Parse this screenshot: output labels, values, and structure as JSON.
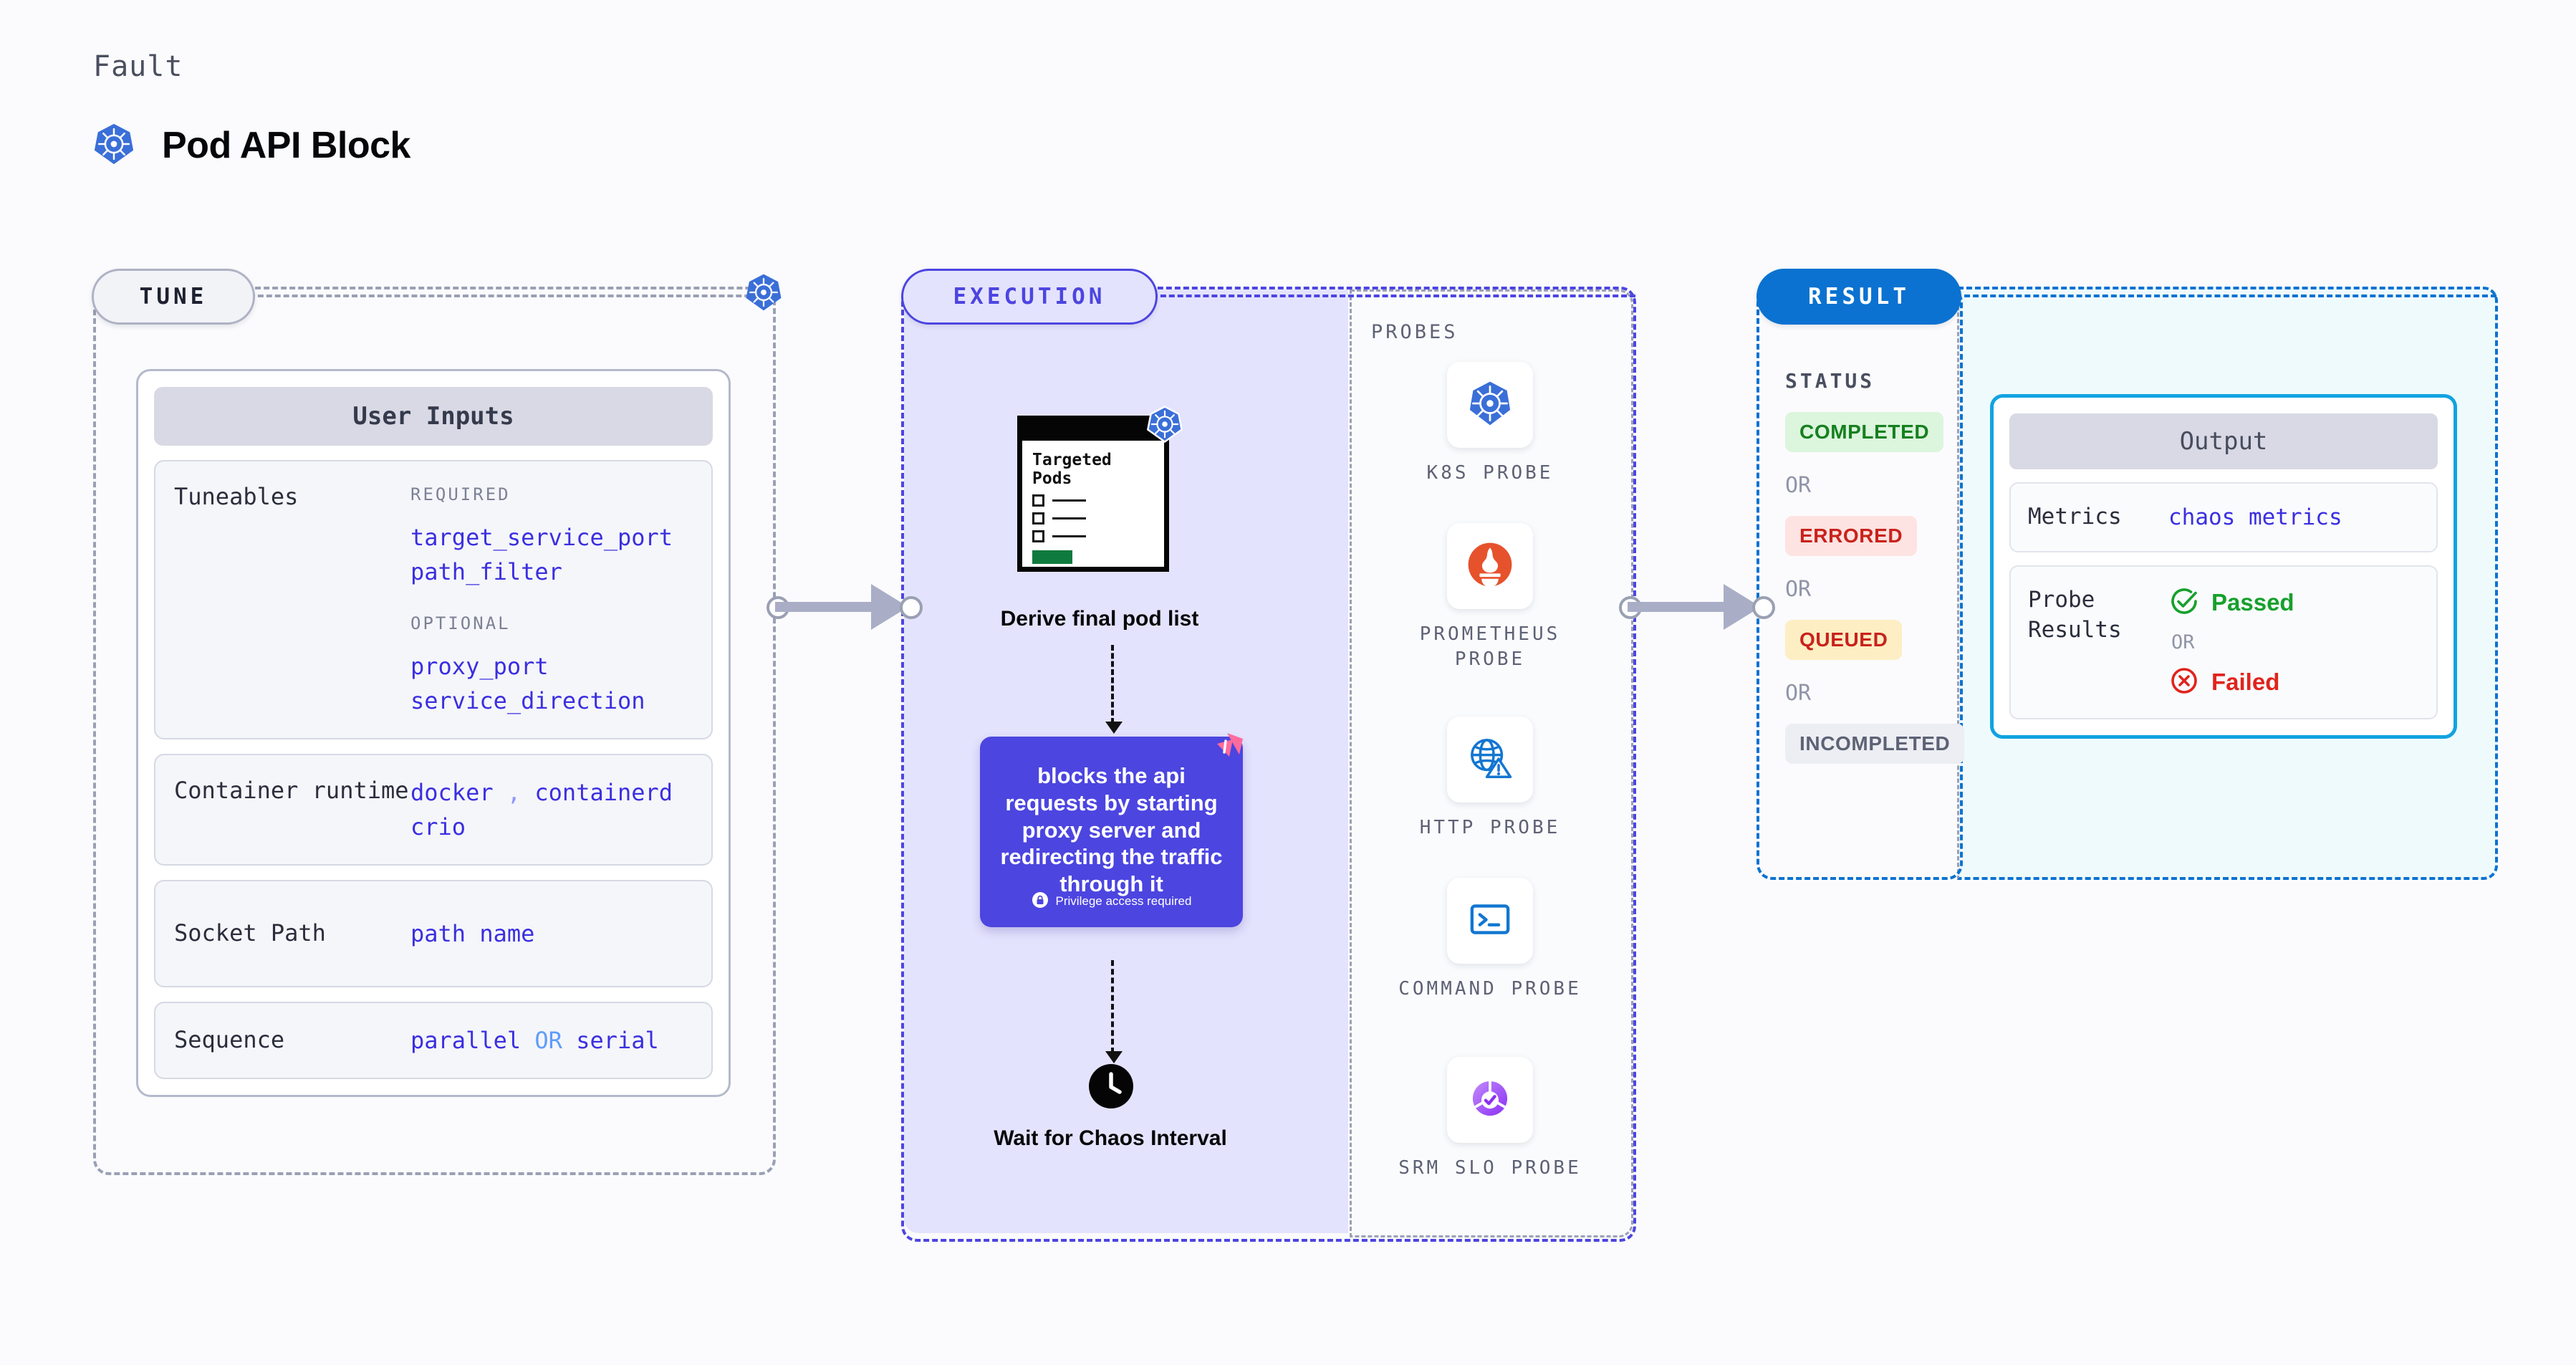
{
  "header": {
    "eyebrow": "Fault",
    "title": "Pod API Block",
    "icon": "kubernetes-icon"
  },
  "colors": {
    "tune_accent": "#9aa0b4",
    "execution_accent": "#4c45e0",
    "result_accent": "#0b72d1",
    "output_accent": "#11a3e0",
    "value_text": "#3b2fe0",
    "kubernetes_blue": "#3a6fd8",
    "prometheus_orange": "#e6522c",
    "harness_pink": "#ff6b9d",
    "passed_green": "#16a02c",
    "failed_red": "#e0241c"
  },
  "tune": {
    "pill_label": "TUNE",
    "badge_icon": "kubernetes-icon",
    "card_title": "User Inputs",
    "tuneables": {
      "label": "Tuneables",
      "groups": [
        {
          "kicker": "REQUIRED",
          "items": [
            "target_service_port",
            "path_filter"
          ]
        },
        {
          "kicker": "OPTIONAL",
          "items": [
            "proxy_port",
            "service_direction"
          ]
        }
      ]
    },
    "rows": [
      {
        "label": "Container runtime",
        "values": [
          "docker",
          "containerd",
          "crio"
        ],
        "separator": ","
      },
      {
        "label": "Socket Path",
        "values": [
          "path name"
        ]
      },
      {
        "label": "Sequence",
        "values": [
          "parallel",
          "serial"
        ],
        "joiner": "OR"
      }
    ]
  },
  "execution": {
    "pill_label": "EXECUTION",
    "pods_figure": {
      "heading": "Targeted Pods",
      "badge_icon": "kubernetes-icon",
      "rows": 3
    },
    "derive_caption": "Derive final pod list",
    "chaos_card": {
      "text": "blocks the api requests by starting proxy server and redirecting the traffic through it",
      "privilege_note": "Privilege access required",
      "privilege_icon": "lock-icon",
      "corner_icon": "harness-logo-icon"
    },
    "wait_step": {
      "icon": "clock-icon",
      "caption": "Wait for Chaos Interval"
    },
    "probes": {
      "title": "PROBES",
      "items": [
        {
          "label": "K8S PROBE",
          "icon": "kubernetes-icon"
        },
        {
          "label": "PROMETHEUS PROBE",
          "icon": "prometheus-icon"
        },
        {
          "label": "HTTP PROBE",
          "icon": "globe-warning-icon"
        },
        {
          "label": "COMMAND PROBE",
          "icon": "terminal-icon"
        },
        {
          "label": "SRM SLO PROBE",
          "icon": "srm-slo-icon"
        }
      ]
    }
  },
  "result": {
    "pill_label": "RESULT",
    "status_title": "STATUS",
    "or_label": "OR",
    "statuses": [
      {
        "label": "COMPLETED",
        "bg": "#dcf5dd",
        "fg": "#15801f"
      },
      {
        "label": "ERRORED",
        "bg": "#fde3e1",
        "fg": "#c9221b"
      },
      {
        "label": "QUEUED",
        "bg": "#fdeec4",
        "fg": "#c9221b"
      },
      {
        "label": "INCOMPLETED",
        "bg": "#eceef3",
        "fg": "#5d6275"
      }
    ],
    "output": {
      "title": "Output",
      "metrics": {
        "label": "Metrics",
        "value": "chaos metrics"
      },
      "probe_results": {
        "label": "Probe Results",
        "or_label": "OR",
        "passed": {
          "label": "Passed",
          "icon": "check-circle-icon"
        },
        "failed": {
          "label": "Failed",
          "icon": "x-circle-icon"
        }
      }
    }
  }
}
